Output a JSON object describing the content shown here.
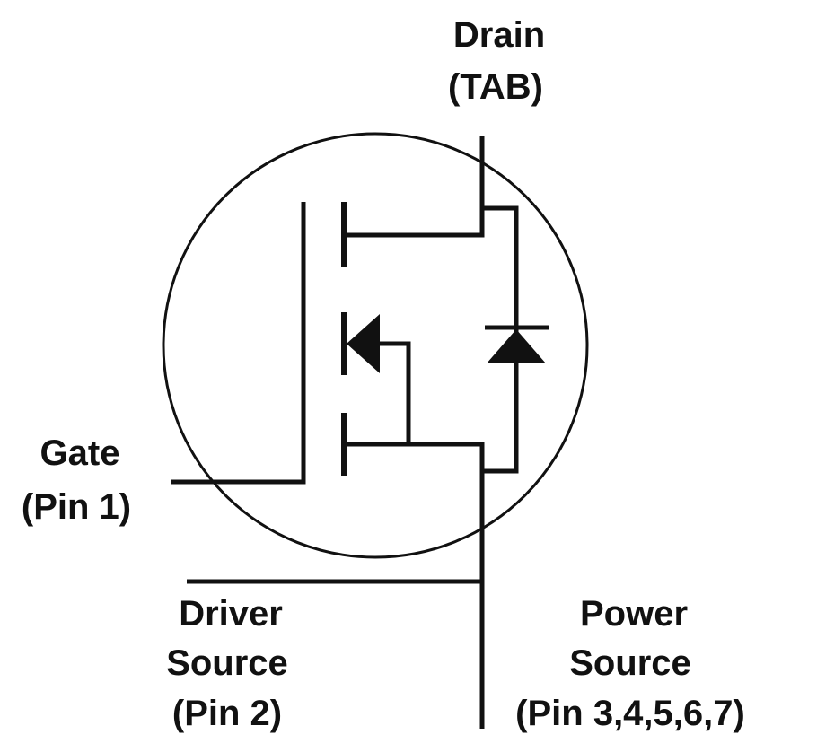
{
  "labels": {
    "drain": {
      "line1": "Drain",
      "line2": "(TAB)"
    },
    "gate": {
      "line1": "Gate",
      "line2": "(Pin 1)"
    },
    "driver_source": {
      "line1": "Driver",
      "line2": "Source",
      "line3": "(Pin 2)"
    },
    "power_source": {
      "line1": "Power",
      "line2": "Source",
      "line3": "(Pin 3,4,5,6,7)"
    }
  },
  "colors": {
    "ink": "#111111",
    "background": "#ffffff"
  }
}
